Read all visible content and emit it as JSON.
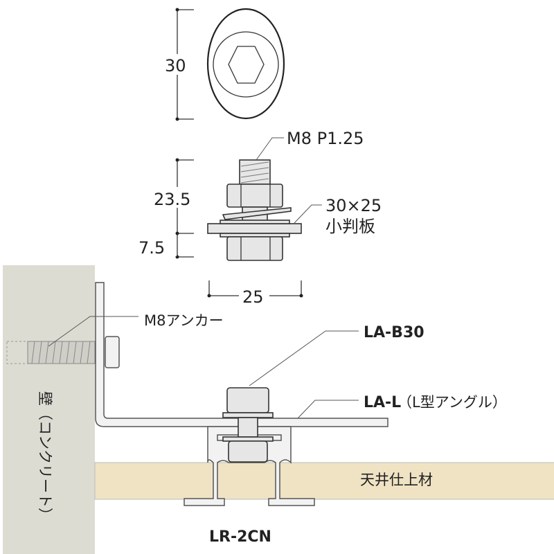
{
  "title": "LA-B30 / LA-L / LR-2CN 取付図",
  "dimensions": {
    "head_height": "30",
    "bolt_length": "23.5",
    "nut_height": "7.5",
    "plate_width": "25"
  },
  "labels": {
    "thread": "M8 P1.25",
    "plate_size": "30×25",
    "plate_name": "小判板",
    "anchor": "M8アンカー",
    "bolt_part": "LA-B30",
    "angle_part": "LA-L",
    "angle_desc": "（L型アングル）",
    "wall": "壁（コンクリート）",
    "ceiling": "天井仕上材",
    "rail_part": "LR-2CN"
  },
  "colors": {
    "wall": "#dcdcd3",
    "ceiling": "#efe3c4",
    "line": "#333333"
  }
}
